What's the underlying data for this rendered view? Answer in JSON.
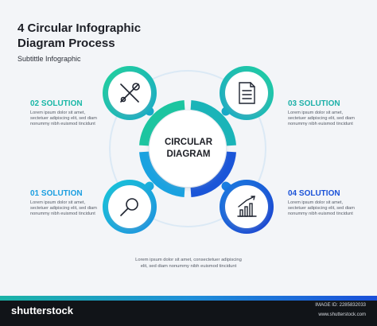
{
  "title": "4 Circular Infographic\nDiagram Process",
  "subtitle": "Subtittle Infographic",
  "center_label": "CIRCULAR\nDIAGRAM",
  "solutions": [
    {
      "heading": "01 SOLUTION",
      "body": "Lorem ipsum dolor sit amet,\nsectetuer adipiscing elit, sed diam\nnonummy nibh euismod tincidunt",
      "icon": "magnifier-icon",
      "color": "#1a9ee0"
    },
    {
      "heading": "02 SOLUTION",
      "body": "Lorem ipsum dolor sit amet,\nsectetuer adipiscing elit, sed diam\nnonummy nibh euismod tincidunt",
      "icon": "tools-icon",
      "color": "#18b7a6"
    },
    {
      "heading": "03 SOLUTION",
      "body": "Lorem ipsum dolor sit amet,\nsectetuer adipiscing elit, sed diam\nnonummy nibh euismod tincidunt",
      "icon": "document-icon",
      "color": "#1cb0a8"
    },
    {
      "heading": "04 SOLUTION",
      "body": "Lorem ipsum dolor sit amet,\nsectetuer adipiscing elit, sed diam\nnonummy nibh euismod tincidunt",
      "icon": "growth-chart-icon",
      "color": "#1a52d8"
    }
  ],
  "footer_text": "Lorem ipsum dolor sit amet, consectetuer adipiscing\nelit, sed diam nonummy nibh euismod tincidunt",
  "watermark": {
    "brand": "shutterstock",
    "image_id": "IMAGE ID: 2285832033",
    "site": "www.shutterstock.com"
  },
  "colors": {
    "teal": "#17c3a3",
    "blue": "#1a9ee0",
    "deep_blue": "#1a4fd8",
    "background": "#f3f5f8"
  }
}
